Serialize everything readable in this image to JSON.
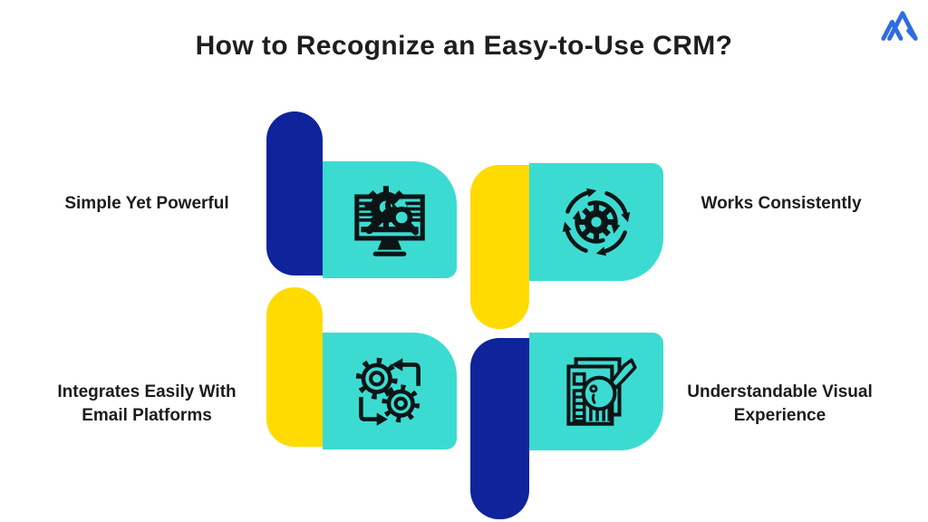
{
  "header": {
    "title": "How to Recognize an Easy-to-Use CRM?"
  },
  "brand": {
    "logo_icon": "mountain-logo-icon",
    "logo_color": "#2f6ce2"
  },
  "palette": {
    "background": "#ffffff",
    "navy": "#0f239b",
    "teal": "#3cdbd1",
    "yellow": "#ffdb01",
    "icon_dark": "#0c1516",
    "text_dark": "#1c1c1c"
  },
  "features": [
    {
      "label": "Simple Yet Powerful",
      "icon": "monitor-tools-icon",
      "accent": "navy",
      "position": "top-left"
    },
    {
      "label": "Works Consistently",
      "icon": "sync-gear-icon",
      "accent": "yellow",
      "position": "top-right"
    },
    {
      "label": "Integrates Easily With Email Platforms",
      "icon": "integration-gears-icon",
      "accent": "yellow",
      "position": "bottom-left"
    },
    {
      "label": "Understandable Visual Experience",
      "icon": "report-magnifier-icon",
      "accent": "navy",
      "position": "bottom-right"
    }
  ]
}
